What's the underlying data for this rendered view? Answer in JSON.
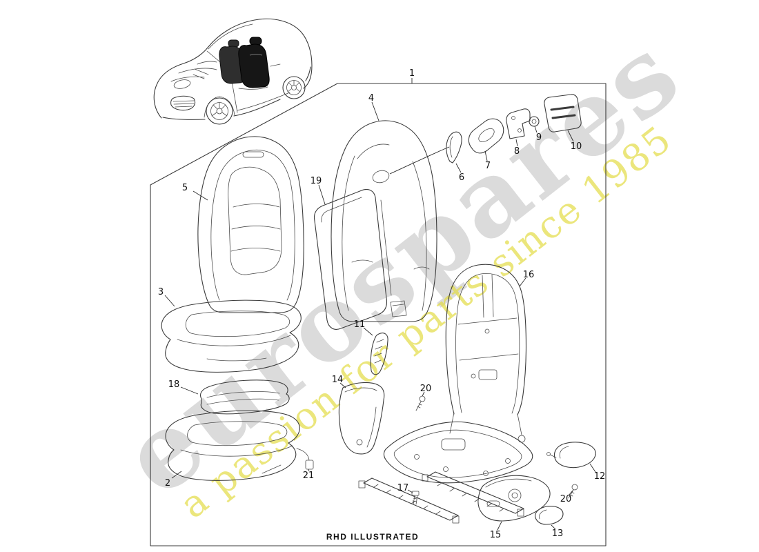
{
  "diagram": {
    "footer_note": "RHD ILLUSTRATED"
  },
  "watermark": {
    "brand": "eurospares",
    "tagline": "a passion for parts since 1985",
    "brand_color": "#d7d7d7",
    "tagline_color": "#e3dc45"
  },
  "callouts": [
    {
      "label": "1"
    },
    {
      "label": "2"
    },
    {
      "label": "3"
    },
    {
      "label": "4"
    },
    {
      "label": "5"
    },
    {
      "label": "6"
    },
    {
      "label": "7"
    },
    {
      "label": "8"
    },
    {
      "label": "9"
    },
    {
      "label": "10"
    },
    {
      "label": "11"
    },
    {
      "label": "12"
    },
    {
      "label": "13"
    },
    {
      "label": "14"
    },
    {
      "label": "15"
    },
    {
      "label": "16"
    },
    {
      "label": "17"
    },
    {
      "label": "18"
    },
    {
      "label": "19"
    },
    {
      "label": "20"
    },
    {
      "label": "20"
    },
    {
      "label": "21"
    }
  ]
}
